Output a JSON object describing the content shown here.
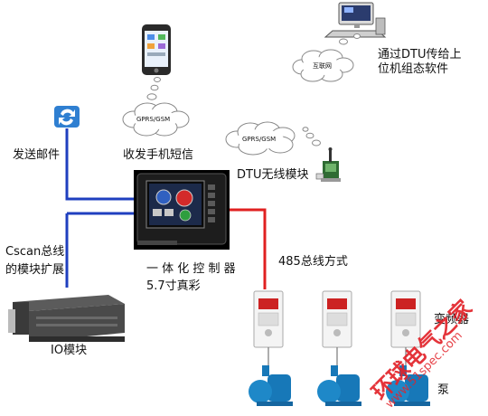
{
  "labels": {
    "dtu_to_pc": "通过DTU传给上",
    "dtu_to_pc_2": "位机组态软件",
    "send_email": "发送邮件",
    "sms": "收发手机短信",
    "dtu_module": "DTU无线模块",
    "cscan_1": "Cscan总线",
    "cscan_2": "的模块扩展",
    "controller_1": "一 体 化 控 制 器",
    "controller_2": "5.7寸真彩",
    "rs485": "485总线方式",
    "io_module": "IO模块",
    "inverter": "变频器",
    "pump": "泵"
  },
  "clouds": {
    "gprs_left": "GPRS/GSM",
    "gprs_right": "GPRS/GSM",
    "internet": "互联网"
  },
  "watermark": {
    "cn": "环球电气之家",
    "url": "www.51spec.com"
  },
  "colors": {
    "bus_blue": "#1f3fbf",
    "rs485_red": "#e02020",
    "watermark": "#e2232a"
  }
}
